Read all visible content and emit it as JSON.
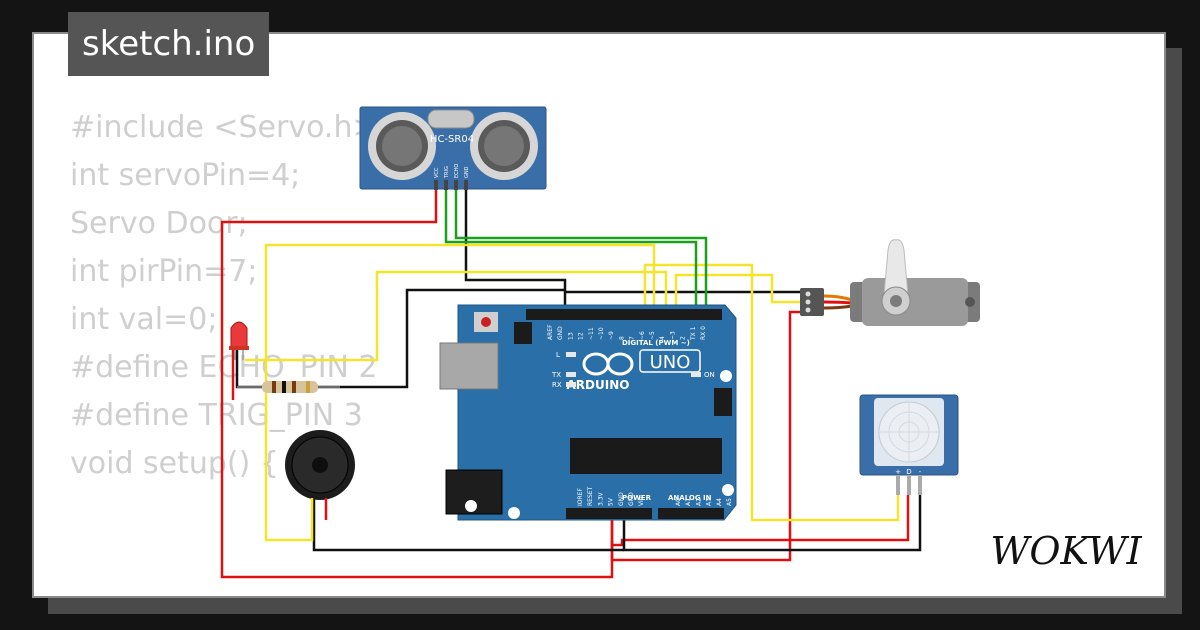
{
  "file": {
    "name": "sketch.ino"
  },
  "code_lines": [
    "#include <Servo.h>",
    "",
    "int servoPin=4;",
    "Servo Door;",
    "int pirPin=7;",
    "int val=0;",
    "#define ECHO_PIN 2",
    "#define TRIG_PIN 3",
    "",
    "void setup() {"
  ],
  "components": {
    "ultrasonic": {
      "label": "HC-SR04",
      "pins": [
        "VCC",
        "TRIG",
        "ECHO",
        "GND"
      ]
    },
    "arduino": {
      "brand": "ARDUINO",
      "model": "UNO",
      "digital_label": "DIGITAL (PWM ~)",
      "power_label": "POWER",
      "analog_label": "ANALOG IN",
      "on_label": "ON",
      "l_label": "L",
      "tx_label": "TX",
      "rx_label": "RX",
      "top_pins": [
        "AREF",
        "GND",
        "13",
        "12",
        "~11",
        "~10",
        "~9",
        "8",
        "7",
        "~6",
        "~5",
        "4",
        "~3",
        "2",
        "TX 1",
        "RX 0"
      ],
      "bottom_pins": [
        "IOREF",
        "RESET",
        "3.3V",
        "5V",
        "GND",
        "GND",
        "Vin",
        "A0",
        "A1",
        "A2",
        "A3",
        "A4",
        "A5"
      ]
    },
    "pir": {
      "pins": [
        "+",
        "D",
        "-"
      ]
    }
  },
  "colors": {
    "board": "#2a6fa8",
    "wire_red": "#e01010",
    "wire_black": "#111111",
    "wire_yellow": "#f5e52a",
    "wire_green": "#1aa01a",
    "sensor_blue": "#3a6ea8"
  },
  "brand": {
    "logo_text": "WOKWI"
  }
}
